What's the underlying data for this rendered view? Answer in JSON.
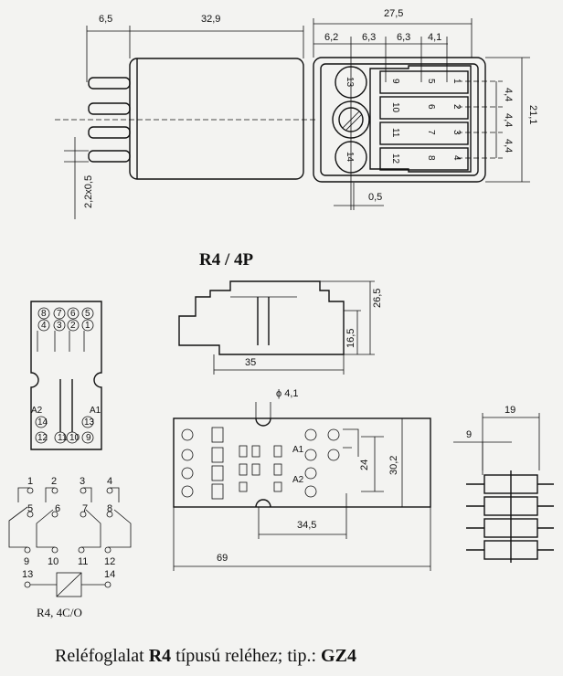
{
  "relay_side_view": {
    "dims": [
      "6,5",
      "32,9",
      "2,2x0,5"
    ]
  },
  "relay_bottom_view": {
    "dims": {
      "total_width": "27,5",
      "col1": "6,2",
      "col2": "6,3",
      "col3": "6,3",
      "col4": "4,1",
      "pitch": [
        "4,4",
        "4,4",
        "4,4"
      ],
      "height": "21,1",
      "offset": "0,5"
    },
    "pins": [
      "9",
      "5",
      "1",
      "10",
      "6",
      "2",
      "11",
      "7",
      "3",
      "12",
      "8",
      "4",
      "13",
      "14"
    ]
  },
  "title": "R4 / 4P",
  "socket_layout": {
    "top_pins": [
      "8",
      "7",
      "6",
      "5"
    ],
    "mid_pins": [
      "4",
      "3",
      "2",
      "1"
    ],
    "coil_labels": [
      "A2",
      "A1"
    ],
    "bottom_pins": [
      "14",
      "13",
      "12",
      "11",
      "10",
      "9"
    ]
  },
  "schematic": {
    "terminals": [
      "1",
      "2",
      "3",
      "4",
      "5",
      "6",
      "7",
      "8",
      "9",
      "10",
      "11",
      "12",
      "13",
      "14"
    ],
    "caption": "R4, 4C/O"
  },
  "socket_side_view": {
    "dims": [
      "26,5",
      "16,5",
      "35"
    ]
  },
  "socket_top_view": {
    "dims": [
      "ϕ 4,1",
      "24",
      "30,2",
      "34,5",
      "69"
    ],
    "coil_labels": [
      "A1",
      "A2"
    ]
  },
  "socket_end_view": {
    "dims": [
      "19",
      "9"
    ]
  },
  "footer": {
    "text1": "Reléfoglalat ",
    "bold1": "R4",
    "text2": " típusú reléhez; tip.: ",
    "bold2": "GZ4"
  }
}
